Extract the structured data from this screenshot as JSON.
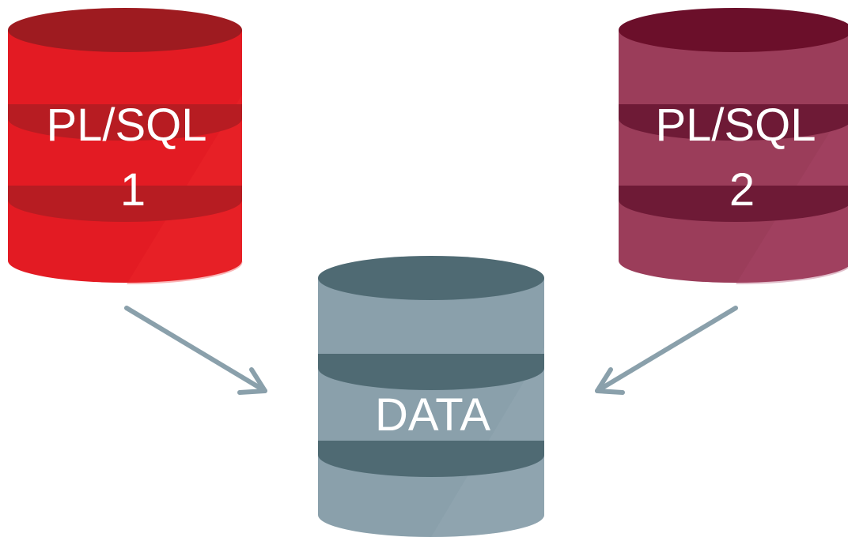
{
  "databases": [
    {
      "id": "plsql-1",
      "label_line1": "PL/SQL",
      "label_line2": "1",
      "colors": {
        "body": "#e31b23",
        "band": "#b71c22",
        "top": "#9e1b20",
        "highlight": "#ee2a2e"
      }
    },
    {
      "id": "plsql-2",
      "label_line1": "PL/SQL",
      "label_line2": "2",
      "colors": {
        "body": "#9b3d5a",
        "band": "#6e1a36",
        "top": "#6b0f2a",
        "highlight": "#a9486a"
      }
    },
    {
      "id": "data",
      "label_line1": "DATA",
      "colors": {
        "body": "#8aa0ab",
        "band": "#4f6a73",
        "top": "#4f6a73",
        "highlight": "#98acb6"
      }
    }
  ],
  "arrows": [
    {
      "from": "plsql-1",
      "to": "data"
    },
    {
      "from": "plsql-2",
      "to": "data"
    }
  ],
  "arrow_color": "#8aa0ab"
}
